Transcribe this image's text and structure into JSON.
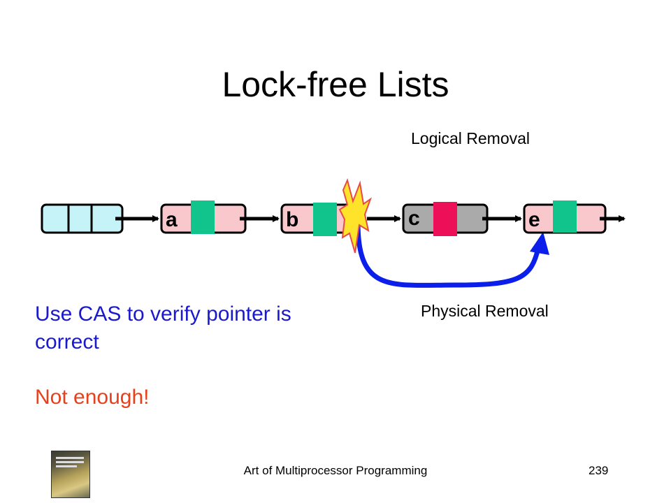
{
  "slide": {
    "title": "Lock-free Lists",
    "logical_label": "Logical Removal",
    "physical_label": "Physical Removal",
    "text_blue": "Use CAS to verify pointer is correct",
    "text_red": "Not enough!",
    "footer_title": "Art of Multiprocessor Programming",
    "page_number": "239"
  },
  "nodes": {
    "a": "a",
    "b": "b",
    "c": "c",
    "e": "e"
  },
  "colors": {
    "node_fill": "#f9c8cc",
    "head_fill": "#c6f3f7",
    "c_fill": "#aaaaaa",
    "next_field": "#10c48c",
    "mark_bit": "#ee0f59",
    "arrow_blue": "#0b1eea",
    "title_blue_text": "#1a1acc",
    "red_text": "#e8401c"
  }
}
